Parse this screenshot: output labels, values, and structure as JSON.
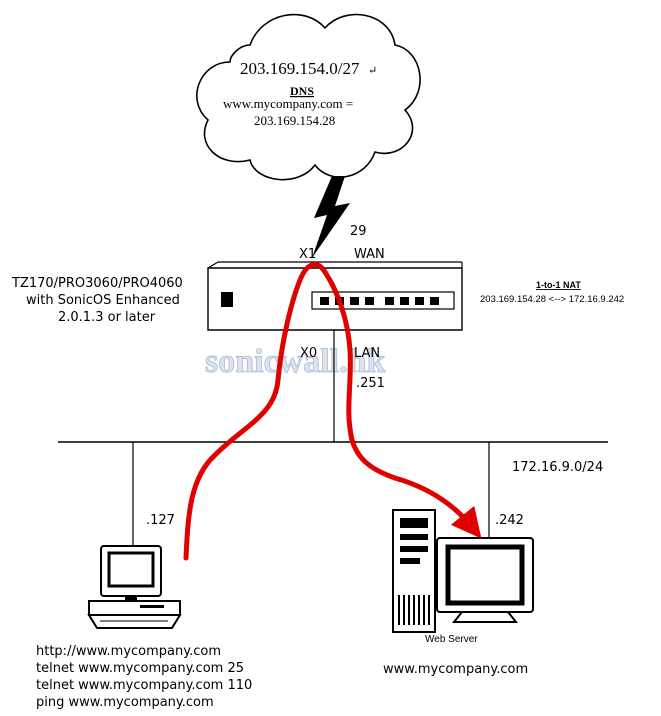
{
  "cloud": {
    "network": "203.169.154.0/27",
    "dns_title": "DNS",
    "dns_line1": "www.mycompany.com =",
    "dns_line2": "203.169.154.28",
    "para_mark": "↵"
  },
  "wan_link": {
    "suffix": "29",
    "iface": "X1",
    "label": "WAN"
  },
  "firewall": {
    "line1": "TZ170/PRO3060/PRO4060",
    "line2": "with SonicOS Enhanced",
    "line3": "2.0.1.3 or later"
  },
  "nat": {
    "title": "1-to-1 NAT",
    "mapping": "203.169.154.28 <--> 172.16.9.242"
  },
  "lan_link": {
    "iface": "X0",
    "label": "LAN",
    "suffix": ".251"
  },
  "watermark": "sonicwall.hk",
  "lan": {
    "subnet": "172.16.9.0/24"
  },
  "client": {
    "suffix": ".127",
    "commands": [
      "http://www.mycompany.com",
      "telnet www.mycompany.com 25",
      "telnet www.mycompany.com 110",
      "ping www.mycompany.com"
    ]
  },
  "server": {
    "suffix": ".242",
    "label": "Web Server",
    "hostname": "www.mycompany.com"
  },
  "colors": {
    "line": "#000000",
    "flow": "#e00000",
    "watermark": "#c8d4e6"
  }
}
